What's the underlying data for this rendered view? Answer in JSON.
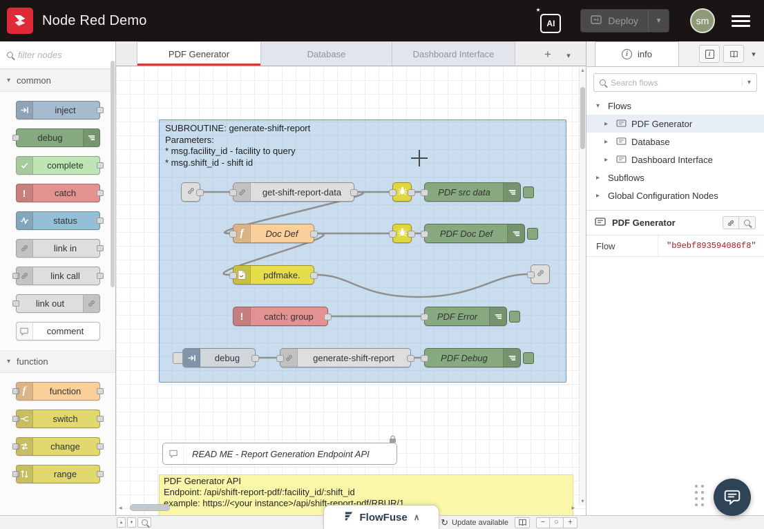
{
  "header": {
    "title": "Node Red Demo",
    "ai_label": "AI",
    "deploy_label": "Deploy",
    "avatar_initials": "sm"
  },
  "palette": {
    "filter_placeholder": "filter nodes",
    "categories": [
      {
        "label": "common",
        "nodes": [
          {
            "label": "inject"
          },
          {
            "label": "debug"
          },
          {
            "label": "complete"
          },
          {
            "label": "catch"
          },
          {
            "label": "status"
          },
          {
            "label": "link in"
          },
          {
            "label": "link call"
          },
          {
            "label": "link out"
          },
          {
            "label": "comment"
          }
        ]
      },
      {
        "label": "function",
        "nodes": [
          {
            "label": "function"
          },
          {
            "label": "switch"
          },
          {
            "label": "change"
          },
          {
            "label": "range"
          }
        ]
      }
    ]
  },
  "workspace": {
    "tabs": [
      {
        "label": "PDF Generator"
      },
      {
        "label": "Database"
      },
      {
        "label": "Dashboard Interface"
      }
    ],
    "add_tab_label": "+",
    "group": {
      "title": "SUBROUTINE: generate-shift-report",
      "line1": "Parameters:",
      "line2": "* msg.facility_id - facility to query",
      "line3": "* msg.shift_id - shift id"
    },
    "nodes": {
      "get_shift_report": "get-shift-report-data",
      "pdf_src_data": "PDF src data",
      "doc_def": "Doc Def",
      "pdf_doc_def": "PDF Doc Def",
      "pdfmake": "pdfmake.",
      "catch_group": "catch: group",
      "pdf_error": "PDF Error",
      "inject_debug": "debug",
      "generate_shift_report": "generate-shift-report",
      "pdf_debug": "PDF Debug"
    },
    "comment_label": "READ ME - Report Generation Endpoint API",
    "api_note": {
      "line1": "PDF Generator API",
      "line2": "Endpoint: /api/shift-report-pdf/:facility_id/:shift_id",
      "line3": "example: https://<your instance>/api/shift-report-pdf/RBUR/1"
    }
  },
  "sidebar": {
    "tab_label": "info",
    "search_placeholder": "Search flows",
    "tree": {
      "flows_label": "Flows",
      "items": [
        {
          "label": "PDF Generator"
        },
        {
          "label": "Database"
        },
        {
          "label": "Dashboard Interface"
        }
      ],
      "subflows_label": "Subflows",
      "global_label": "Global Configuration Nodes"
    },
    "detail": {
      "title": "PDF Generator",
      "key": "Flow",
      "value": "\"b9ebf893594086f8\""
    }
  },
  "footer": {
    "update_label": "Update available",
    "flowfuse_label": "FlowFuse",
    "zoom_out": "−",
    "zoom_reset": "○",
    "zoom_in": "+"
  },
  "colors": {
    "brand_red": "#e02a39",
    "debug_green": "#87a980",
    "catch_red": "#e49191",
    "function_orange": "#fbcf99",
    "group_blue": "#96bce0",
    "flow_id_red": "#ad1625"
  }
}
